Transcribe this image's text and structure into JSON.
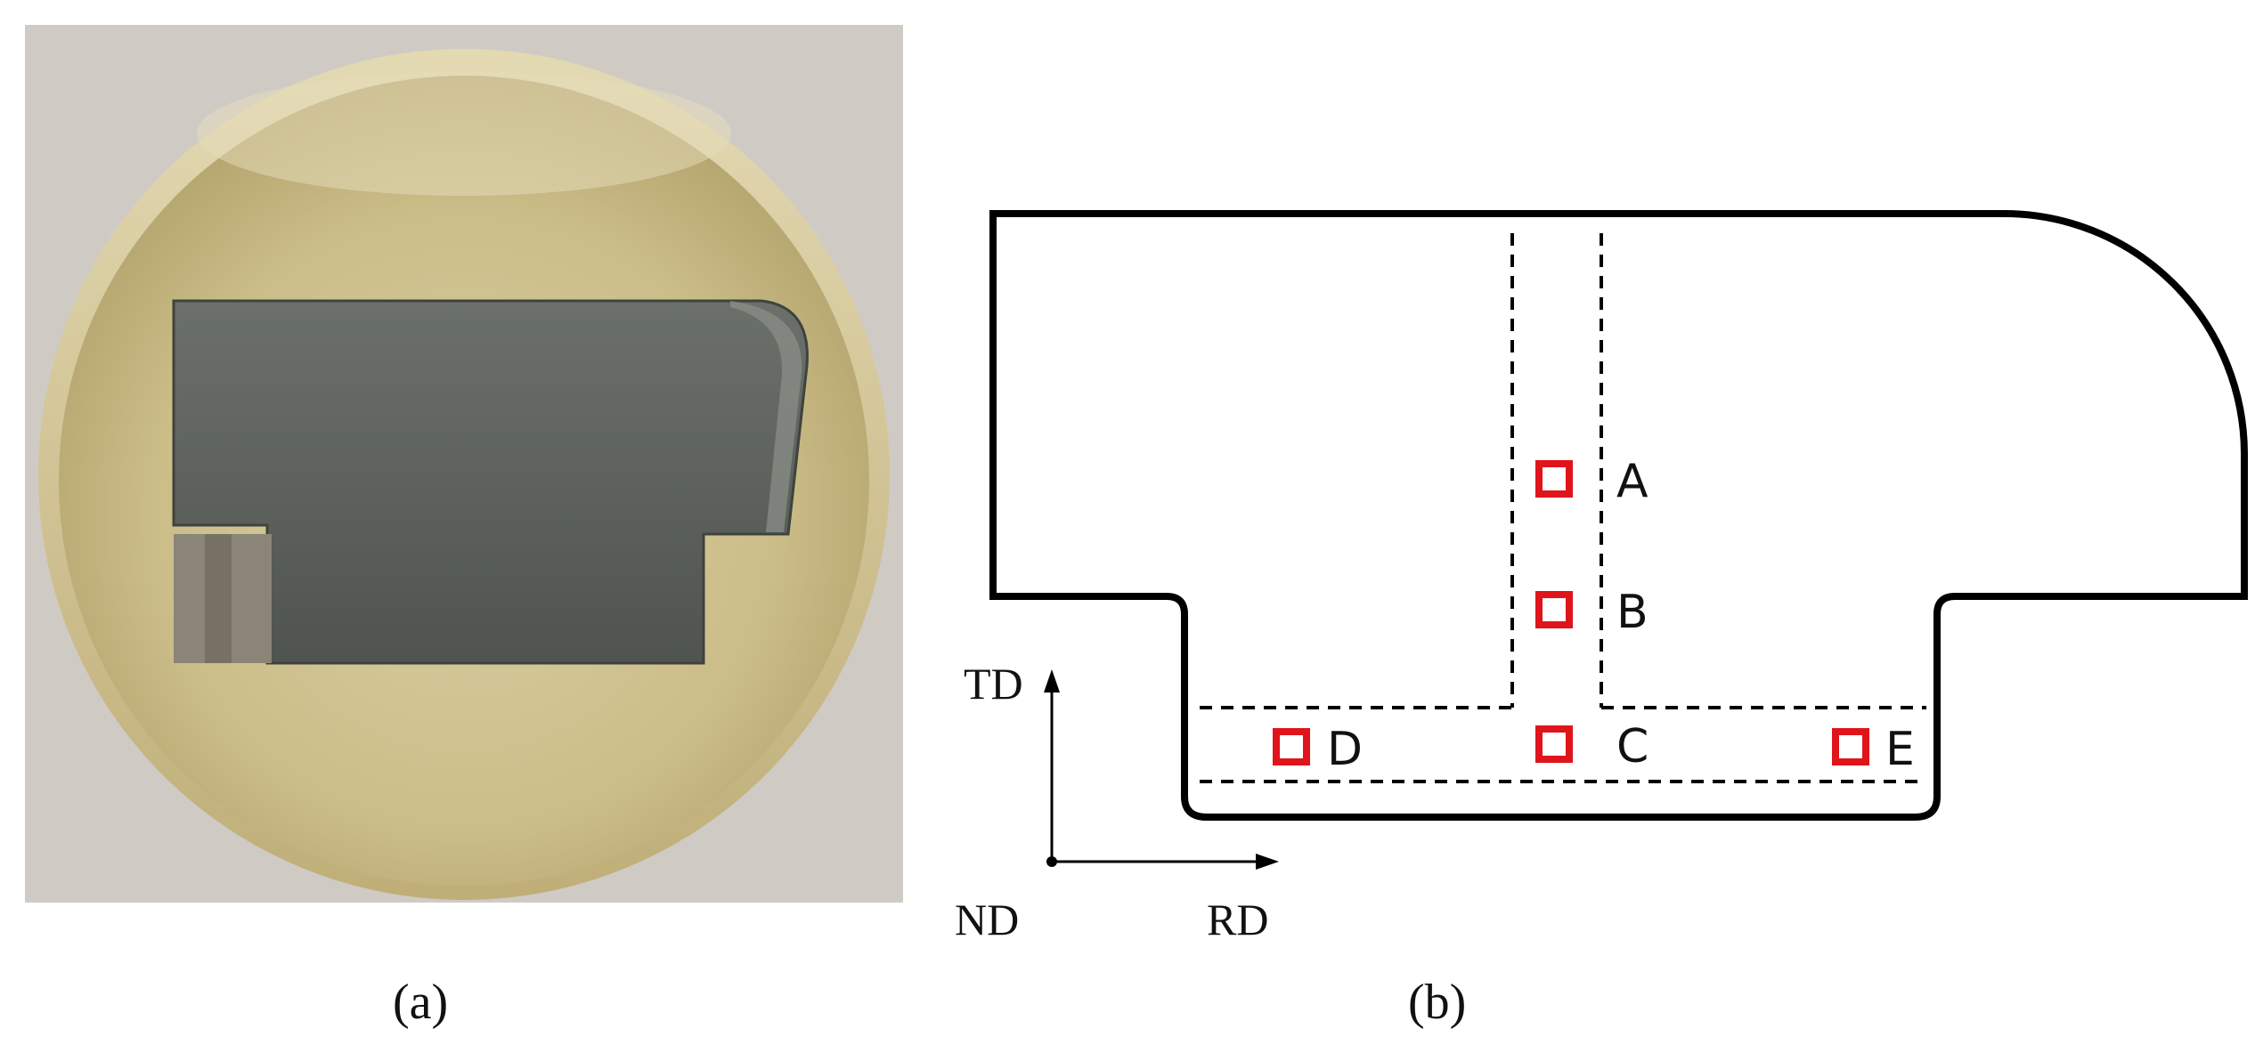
{
  "captions": {
    "a": "(a)",
    "b": "(b)"
  },
  "axes": {
    "vertical": "TD",
    "origin": "ND",
    "horizontal": "RD"
  },
  "points": [
    {
      "id": "A",
      "label": "A"
    },
    {
      "id": "B",
      "label": "B"
    },
    {
      "id": "C",
      "label": "C"
    },
    {
      "id": "D",
      "label": "D"
    },
    {
      "id": "E",
      "label": "E"
    }
  ],
  "colors": {
    "marker": "#e0141b",
    "outline": "#000000",
    "mount": "#cdbf8e",
    "specimen": "#5d625c",
    "background_photo": "#cfcbc4"
  }
}
